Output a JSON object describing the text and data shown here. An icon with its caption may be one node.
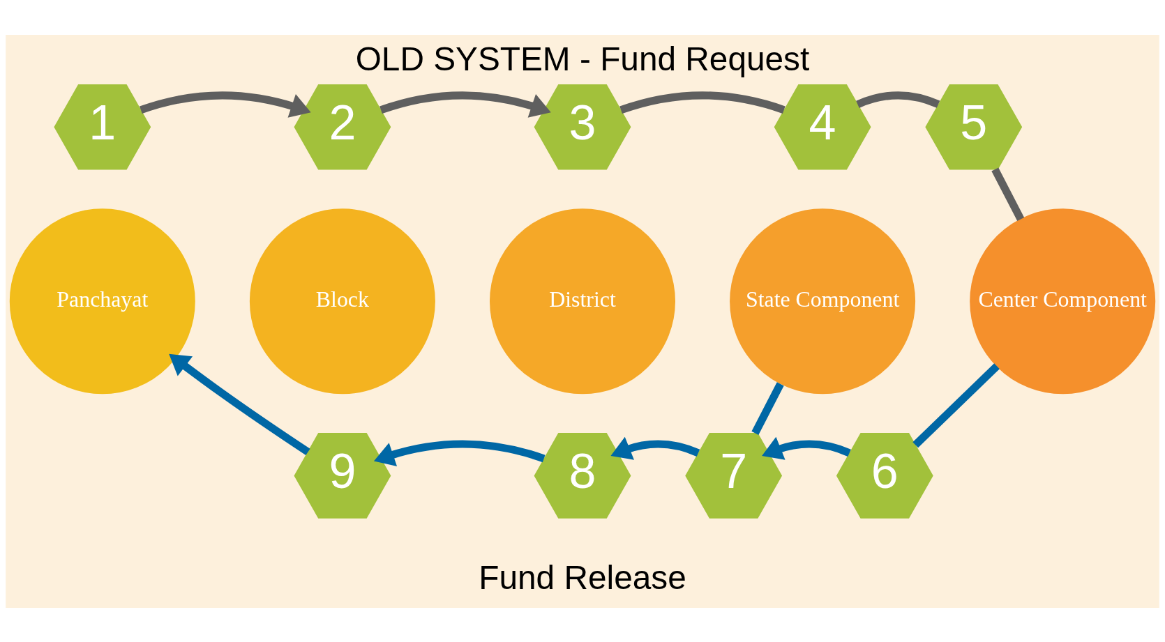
{
  "diagram": {
    "title": "OLD SYSTEM - Fund Request",
    "nodes": [
      {
        "text": [
          "1"
        ]
      },
      {
        "text": [
          "2"
        ]
      },
      {
        "text": [
          "3"
        ]
      },
      {
        "text": [
          "4"
        ]
      },
      {
        "text": [
          "5"
        ]
      },
      {
        "text": [
          "Panchayat"
        ]
      },
      {
        "text": [
          "Block"
        ]
      },
      {
        "text": [
          "District"
        ]
      },
      {
        "text": [
          "State Component"
        ]
      },
      {
        "text": [
          "Center Component"
        ]
      },
      {
        "text": [
          "9"
        ]
      },
      {
        "text": [
          "8"
        ]
      },
      {
        "text": [
          "7"
        ]
      },
      {
        "text": [
          "6"
        ]
      }
    ],
    "edges": [
      {
        "from": 0,
        "to": 1,
        "arrow": "to",
        "color": "#5f5f5f"
      },
      {
        "from": 1,
        "to": 2,
        "arrow": "to",
        "color": "#5f5f5f"
      },
      {
        "from": 2,
        "to": 3,
        "arrow": "none",
        "color": "#5f5f5f"
      },
      {
        "from": 3,
        "to": 4,
        "arrow": "none",
        "color": "#5f5f5f"
      },
      {
        "from": 4,
        "to": 9,
        "arrow": "none",
        "color": "#5f5f5f"
      },
      {
        "from": 9,
        "to": 13,
        "arrow": "none"
      },
      {
        "from": 8,
        "to": 12,
        "arrow": "none"
      },
      {
        "from": 13,
        "to": 12,
        "arrow": "to"
      },
      {
        "from": 12,
        "to": 11,
        "arrow": "to"
      },
      {
        "from": 11,
        "to": 10,
        "arrow": "to"
      },
      {
        "from": 10,
        "to": 5,
        "arrow": "to"
      }
    ],
    "labels": [
      "Fund Release"
    ]
  }
}
